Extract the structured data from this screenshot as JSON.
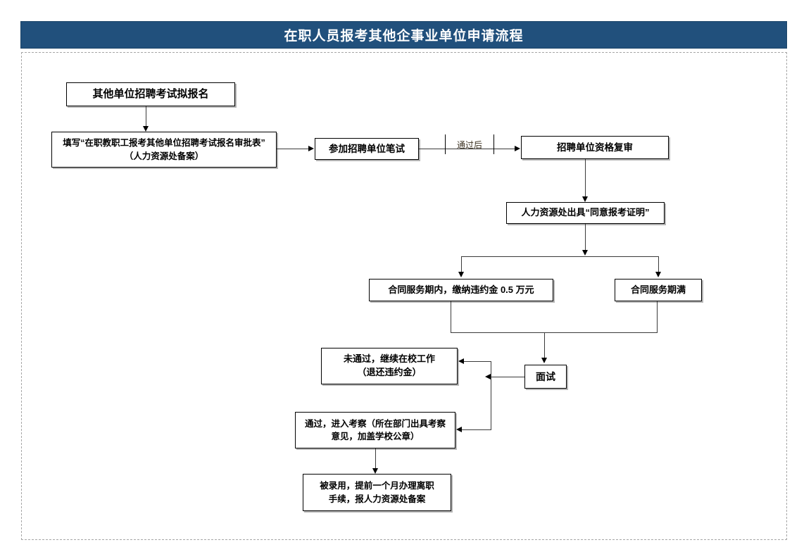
{
  "page": {
    "title": "在职人员报考其他企事业单位申请流程",
    "title_bar_color": "#21507C",
    "title_text_color": "#FFFFFF",
    "frame_border_color": "#A6A6A6",
    "box_border_color": "#000000",
    "connector_color": "#3A3A3A"
  },
  "chart_data": {
    "type": "diagram",
    "diagram_kind": "flowchart",
    "title": "在职人员报考其他企事业单位申请流程",
    "direction": "top-down-with-branches",
    "nodes": [
      {
        "id": "n1",
        "label": "其他单位招聘考试拟报名"
      },
      {
        "id": "n2",
        "label": "填写“在职教职工报考其他单位招聘考试报名审批表”\n（人力资源处备案）"
      },
      {
        "id": "n3",
        "label": "参加招聘单位笔试"
      },
      {
        "id": "n4",
        "label": "通过后"
      },
      {
        "id": "n5",
        "label": "招聘单位资格复审"
      },
      {
        "id": "n6",
        "label": "人力资源处出具“同意报考证明”"
      },
      {
        "id": "n7",
        "label": "合同服务期内，缴纳违约金 0.5 万元"
      },
      {
        "id": "n8",
        "label": "合同服务期满"
      },
      {
        "id": "n9",
        "label": "面试"
      },
      {
        "id": "n10",
        "label": "未通过，继续在校工作\n（退还违约金）"
      },
      {
        "id": "n11",
        "label": "通过，进入考察（所在部门出具考察\n意见，加盖学校公章）"
      },
      {
        "id": "n12",
        "label": "被录用，提前一个月办理离职\n手续，报人力资源处备案"
      }
    ],
    "edges": [
      {
        "from": "n1",
        "to": "n2",
        "label": ""
      },
      {
        "from": "n2",
        "to": "n3",
        "label": ""
      },
      {
        "from": "n3",
        "to": "n5",
        "label": "通过后"
      },
      {
        "from": "n5",
        "to": "n6",
        "label": ""
      },
      {
        "from": "n6",
        "to": "n7",
        "label": ""
      },
      {
        "from": "n6",
        "to": "n8",
        "label": ""
      },
      {
        "from": "n7",
        "to": "n9",
        "label": ""
      },
      {
        "from": "n8",
        "to": "n9",
        "label": ""
      },
      {
        "from": "n9",
        "to": "n10",
        "label": ""
      },
      {
        "from": "n9",
        "to": "n11",
        "label": ""
      },
      {
        "from": "n11",
        "to": "n12",
        "label": ""
      }
    ]
  },
  "nodes": {
    "n1": {
      "label": "其他单位招聘考试拟报名"
    },
    "n2": {
      "label": "填写“在职教职工报考其他单位招聘考试报名审批表”\n（人力资源处备案）"
    },
    "n3": {
      "label": "参加招聘单位笔试"
    },
    "n4": {
      "label": "通过后"
    },
    "n5": {
      "label": "招聘单位资格复审"
    },
    "n6": {
      "label": "人力资源处出具“同意报考证明”"
    },
    "n7": {
      "label": "合同服务期内，缴纳违约金 0.5 万元"
    },
    "n8": {
      "label": "合同服务期满"
    },
    "n9": {
      "label": "面试"
    },
    "n10": {
      "label": "未通过，继续在校工作\n（退还违约金）"
    },
    "n11": {
      "label": "通过，进入考察（所在部门出具考察\n意见，加盖学校公章）"
    },
    "n12": {
      "label": "被录用，提前一个月办理离职\n手续，报人力资源处备案"
    }
  }
}
